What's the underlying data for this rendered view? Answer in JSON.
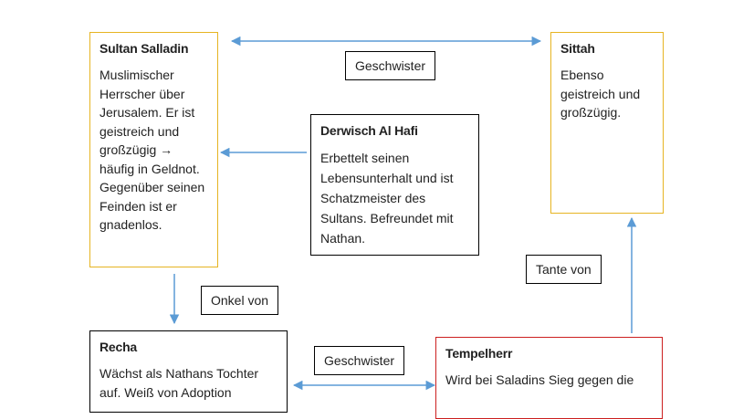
{
  "nodes": {
    "saladin": {
      "title": "Sultan Salladin",
      "body": "Muslimischer Herrscher über Jerusalem. Er ist geistreich und großzügig → häufig in Geldnot. Gegenüber seinen Feinden ist er gnadenlos."
    },
    "sittah": {
      "title": "Sittah",
      "body": "Ebenso geistreich und großzügig."
    },
    "derwisch": {
      "title": "Derwisch Al Hafi",
      "body": "Erbettelt seinen Lebensunterhalt und ist Schatzmeister des Sultans. Befreundet mit Nathan."
    },
    "recha": {
      "title": "Recha",
      "body": "Wächst als Nathans Tochter auf. Weiß von Adoption"
    },
    "tempelherr": {
      "title": "Tempelherr",
      "body": "Wird bei Saladins Sieg gegen die"
    }
  },
  "edges": {
    "saladin_sittah": "Geschwister",
    "saladin_recha": "Onkel von",
    "recha_tempelherr": "Geschwister",
    "tempelherr_sittah": "Tante von"
  },
  "colors": {
    "arrow": "#5b9bd5",
    "yellow_border": "#e6b422",
    "red_border": "#cc1f1f"
  }
}
